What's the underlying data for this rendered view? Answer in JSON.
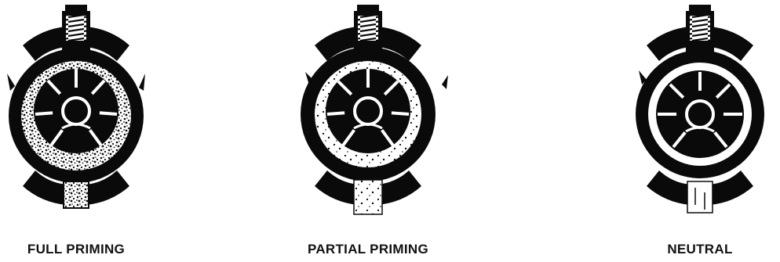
{
  "diagram": {
    "panels": [
      {
        "id": "full",
        "caption": "FULL PRIMING",
        "fluid_fill": "full"
      },
      {
        "id": "partial",
        "caption": "PARTIAL PRIMING",
        "fluid_fill": "partial"
      },
      {
        "id": "neutral",
        "caption": "NEUTRAL",
        "fluid_fill": "none"
      }
    ],
    "colors": {
      "ink": "#0a0a0a",
      "paper": "#ffffff"
    }
  }
}
